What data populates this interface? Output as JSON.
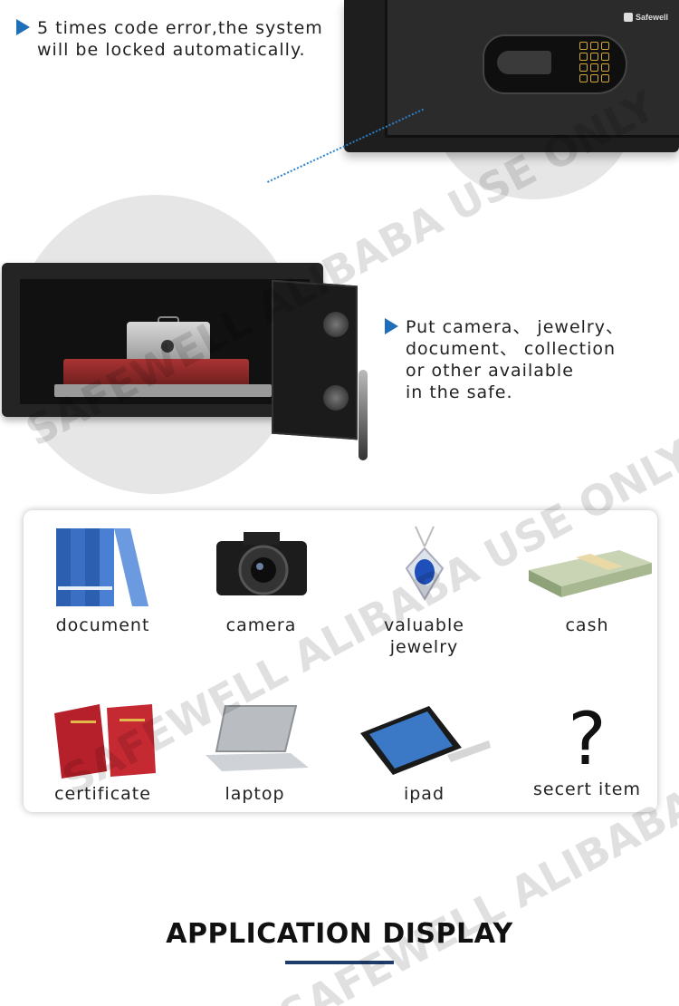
{
  "callouts": {
    "lock_note": "5 times code error,the system\nwill be locked automatically.",
    "storage_note": "Put camera、 jewelry、\ndocument、 collection\nor other available\nin the safe."
  },
  "safe_brand": "Safewell",
  "items": [
    {
      "label": "document",
      "icon": "document-binders-icon"
    },
    {
      "label": "camera",
      "icon": "camera-icon"
    },
    {
      "label": "valuable\n jewelry",
      "icon": "jewelry-pendant-icon"
    },
    {
      "label": "cash",
      "icon": "cash-stack-icon"
    },
    {
      "label": "certificate",
      "icon": "certificate-booklet-icon"
    },
    {
      "label": "laptop",
      "icon": "laptop-icon"
    },
    {
      "label": "ipad",
      "icon": "tablet-icon"
    },
    {
      "label": "secert item",
      "icon": "question-mark-icon"
    }
  ],
  "section_title": "APPLICATION DISPLAY",
  "watermark": "SAFEWELL ALIBABA USE ONLY",
  "colors": {
    "accent": "#1e6fb8",
    "title_bar": "#1f3d6b"
  }
}
